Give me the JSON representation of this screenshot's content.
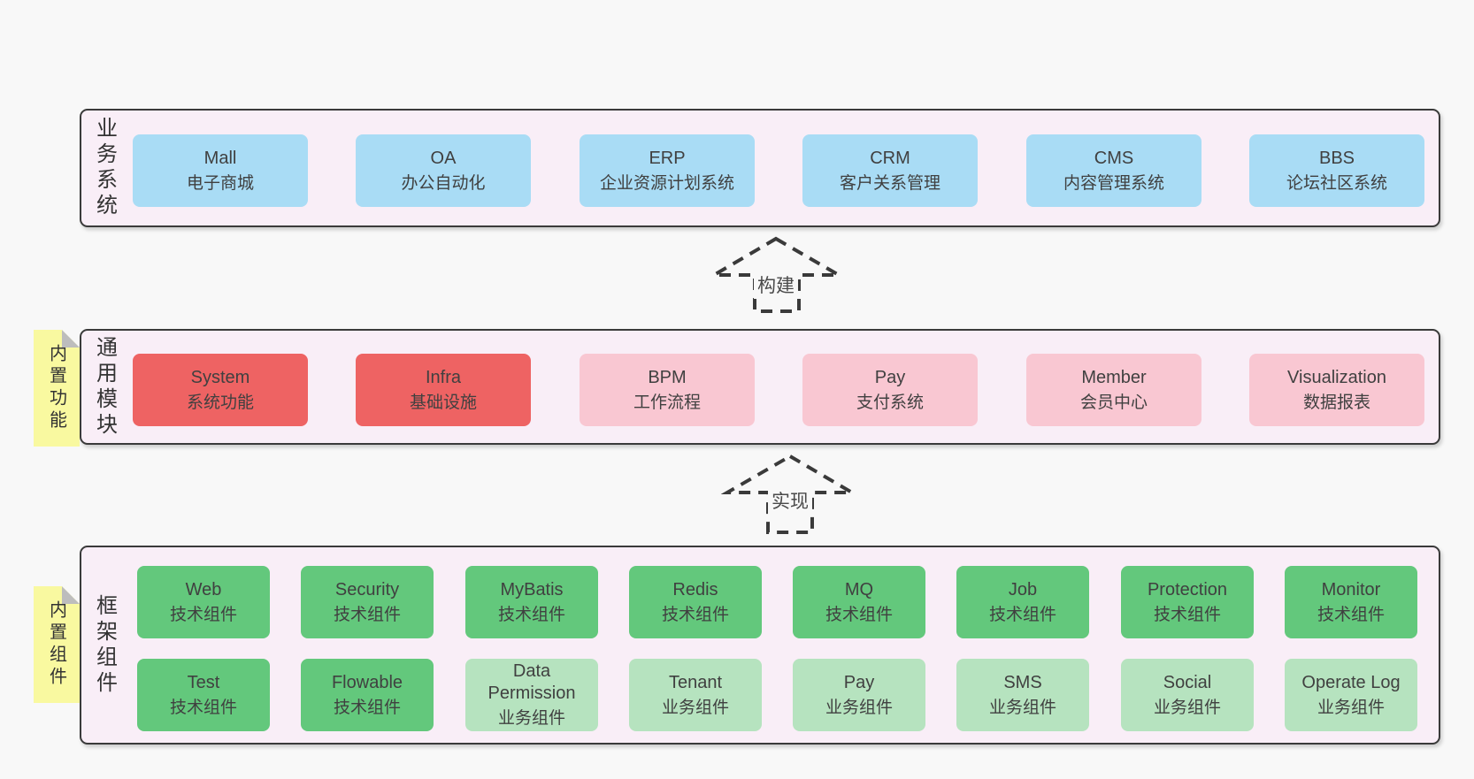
{
  "colors": {
    "page_bg": "#f8f8f8",
    "layer_bg": "#f9eef7",
    "layer_border": "#3a3a3a",
    "blue": "#a9dcf5",
    "red": "#ee6363",
    "pink": "#f9c7d2",
    "green_dark": "#63c87c",
    "green_light": "#b6e3bf",
    "sticky_yellow": "#f9f9a0",
    "sticky_fold": "#bdbdbd",
    "arrow_stroke": "#3a3a3a",
    "text": "#404040"
  },
  "arrows": [
    {
      "label": "构建"
    },
    {
      "label": "实现"
    }
  ],
  "layers": [
    {
      "label": "业务系统",
      "rows": [
        [
          {
            "name": "Mall",
            "desc": "电子商城",
            "variant": "blue"
          },
          {
            "name": "OA",
            "desc": "办公自动化",
            "variant": "blue"
          },
          {
            "name": "ERP",
            "desc": "企业资源计划系统",
            "variant": "blue"
          },
          {
            "name": "CRM",
            "desc": "客户关系管理",
            "variant": "blue"
          },
          {
            "name": "CMS",
            "desc": "内容管理系统",
            "variant": "blue"
          },
          {
            "name": "BBS",
            "desc": "论坛社区系统",
            "variant": "blue"
          }
        ]
      ]
    },
    {
      "label": "通用模块",
      "sticky": "内置功能",
      "rows": [
        [
          {
            "name": "System",
            "desc": "系统功能",
            "variant": "red"
          },
          {
            "name": "Infra",
            "desc": "基础设施",
            "variant": "red"
          },
          {
            "name": "BPM",
            "desc": "工作流程",
            "variant": "pink"
          },
          {
            "name": "Pay",
            "desc": "支付系统",
            "variant": "pink"
          },
          {
            "name": "Member",
            "desc": "会员中心",
            "variant": "pink"
          },
          {
            "name": "Visualization",
            "desc": "数据报表",
            "variant": "pink"
          }
        ]
      ]
    },
    {
      "label": "框架组件",
      "sticky": "内置组件",
      "rows": [
        [
          {
            "name": "Web",
            "desc": "技术组件",
            "variant": "green_dark"
          },
          {
            "name": "Security",
            "desc": "技术组件",
            "variant": "green_dark"
          },
          {
            "name": "MyBatis",
            "desc": "技术组件",
            "variant": "green_dark"
          },
          {
            "name": "Redis",
            "desc": "技术组件",
            "variant": "green_dark"
          },
          {
            "name": "MQ",
            "desc": "技术组件",
            "variant": "green_dark"
          },
          {
            "name": "Job",
            "desc": "技术组件",
            "variant": "green_dark"
          },
          {
            "name": "Protection",
            "desc": "技术组件",
            "variant": "green_dark"
          },
          {
            "name": "Monitor",
            "desc": "技术组件",
            "variant": "green_dark"
          }
        ],
        [
          {
            "name": "Test",
            "desc": "技术组件",
            "variant": "green_dark"
          },
          {
            "name": "Flowable",
            "desc": "技术组件",
            "variant": "green_dark"
          },
          {
            "name": "Data Permission",
            "desc": "业务组件",
            "variant": "green_light"
          },
          {
            "name": "Tenant",
            "desc": "业务组件",
            "variant": "green_light"
          },
          {
            "name": "Pay",
            "desc": "业务组件",
            "variant": "green_light"
          },
          {
            "name": "SMS",
            "desc": "业务组件",
            "variant": "green_light"
          },
          {
            "name": "Social",
            "desc": "业务组件",
            "variant": "green_light"
          },
          {
            "name": "Operate Log",
            "desc": "业务组件",
            "variant": "green_light"
          }
        ]
      ]
    }
  ]
}
